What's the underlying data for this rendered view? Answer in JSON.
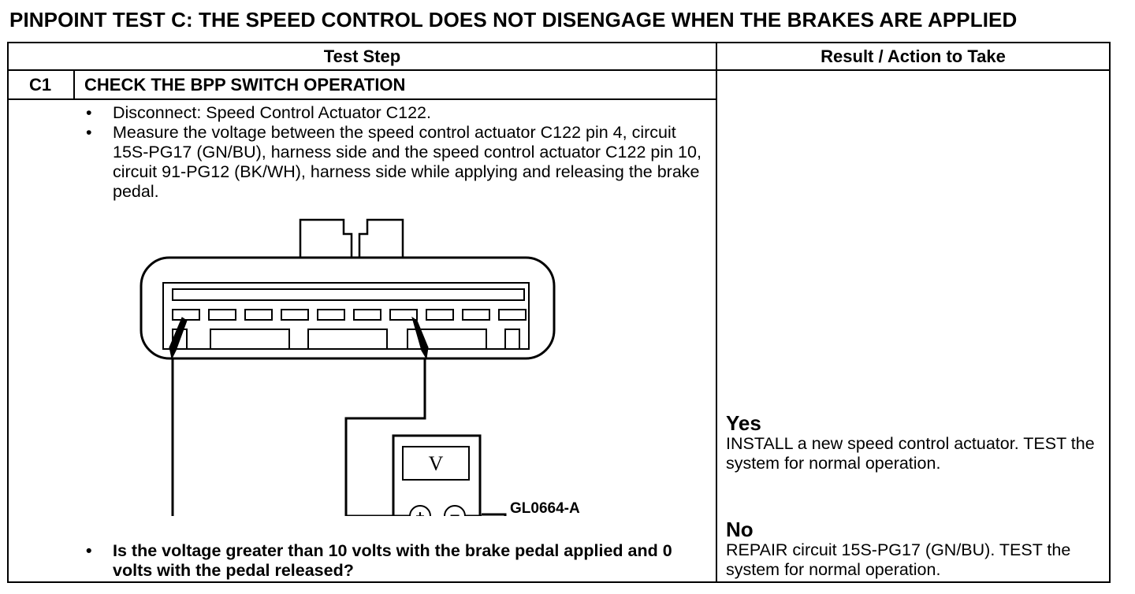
{
  "title": "PINPOINT TEST  C: THE SPEED CONTROL DOES NOT DISENGAGE WHEN THE BRAKES ARE APPLIED",
  "table": {
    "header_step": "Test Step",
    "header_result": "Result / Action to Take"
  },
  "step": {
    "id": "C1",
    "name": "CHECK THE BPP SWITCH OPERATION",
    "bullet_symbol": "•",
    "bullets": [
      "Disconnect: Speed Control Actuator C122.",
      "Measure the voltage between the speed control actuator C122 pin 4, circuit 15S-PG17 (GN/BU), harness side and the speed control actuator C122 pin 10, circuit 91-PG12 (BK/WH), harness side while applying and releasing the brake pedal."
    ],
    "question": "Is the voltage greater than 10 volts with the brake pedal applied and 0 volts with the pedal released?"
  },
  "figure": {
    "id": "GL0664-A",
    "meter_symbol": "V",
    "plus_symbol": "+",
    "minus_symbol": "−"
  },
  "results": {
    "yes_heading": "Yes",
    "yes_text": "INSTALL a new speed control actuator. TEST the system for normal operation.",
    "no_heading": "No",
    "no_text": "REPAIR circuit 15S-PG17 (GN/BU). TEST the system for normal operation."
  }
}
